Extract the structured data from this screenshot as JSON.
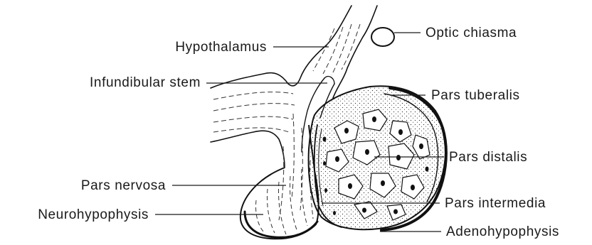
{
  "labels": {
    "hypothalamus": "Hypothalamus",
    "infundibular_stem": "Infundibular stem",
    "pars_nervosa": "Pars nervosa",
    "neurohypophysis": "Neurohypophysis",
    "optic_chiasma": "Optic chiasma",
    "pars_tuberalis": "Pars tuberalis",
    "pars_distalis": "Pars distalis",
    "pars_intermedia": "Pars intermedia",
    "adenohypophysis": "Adenohypophysis"
  }
}
